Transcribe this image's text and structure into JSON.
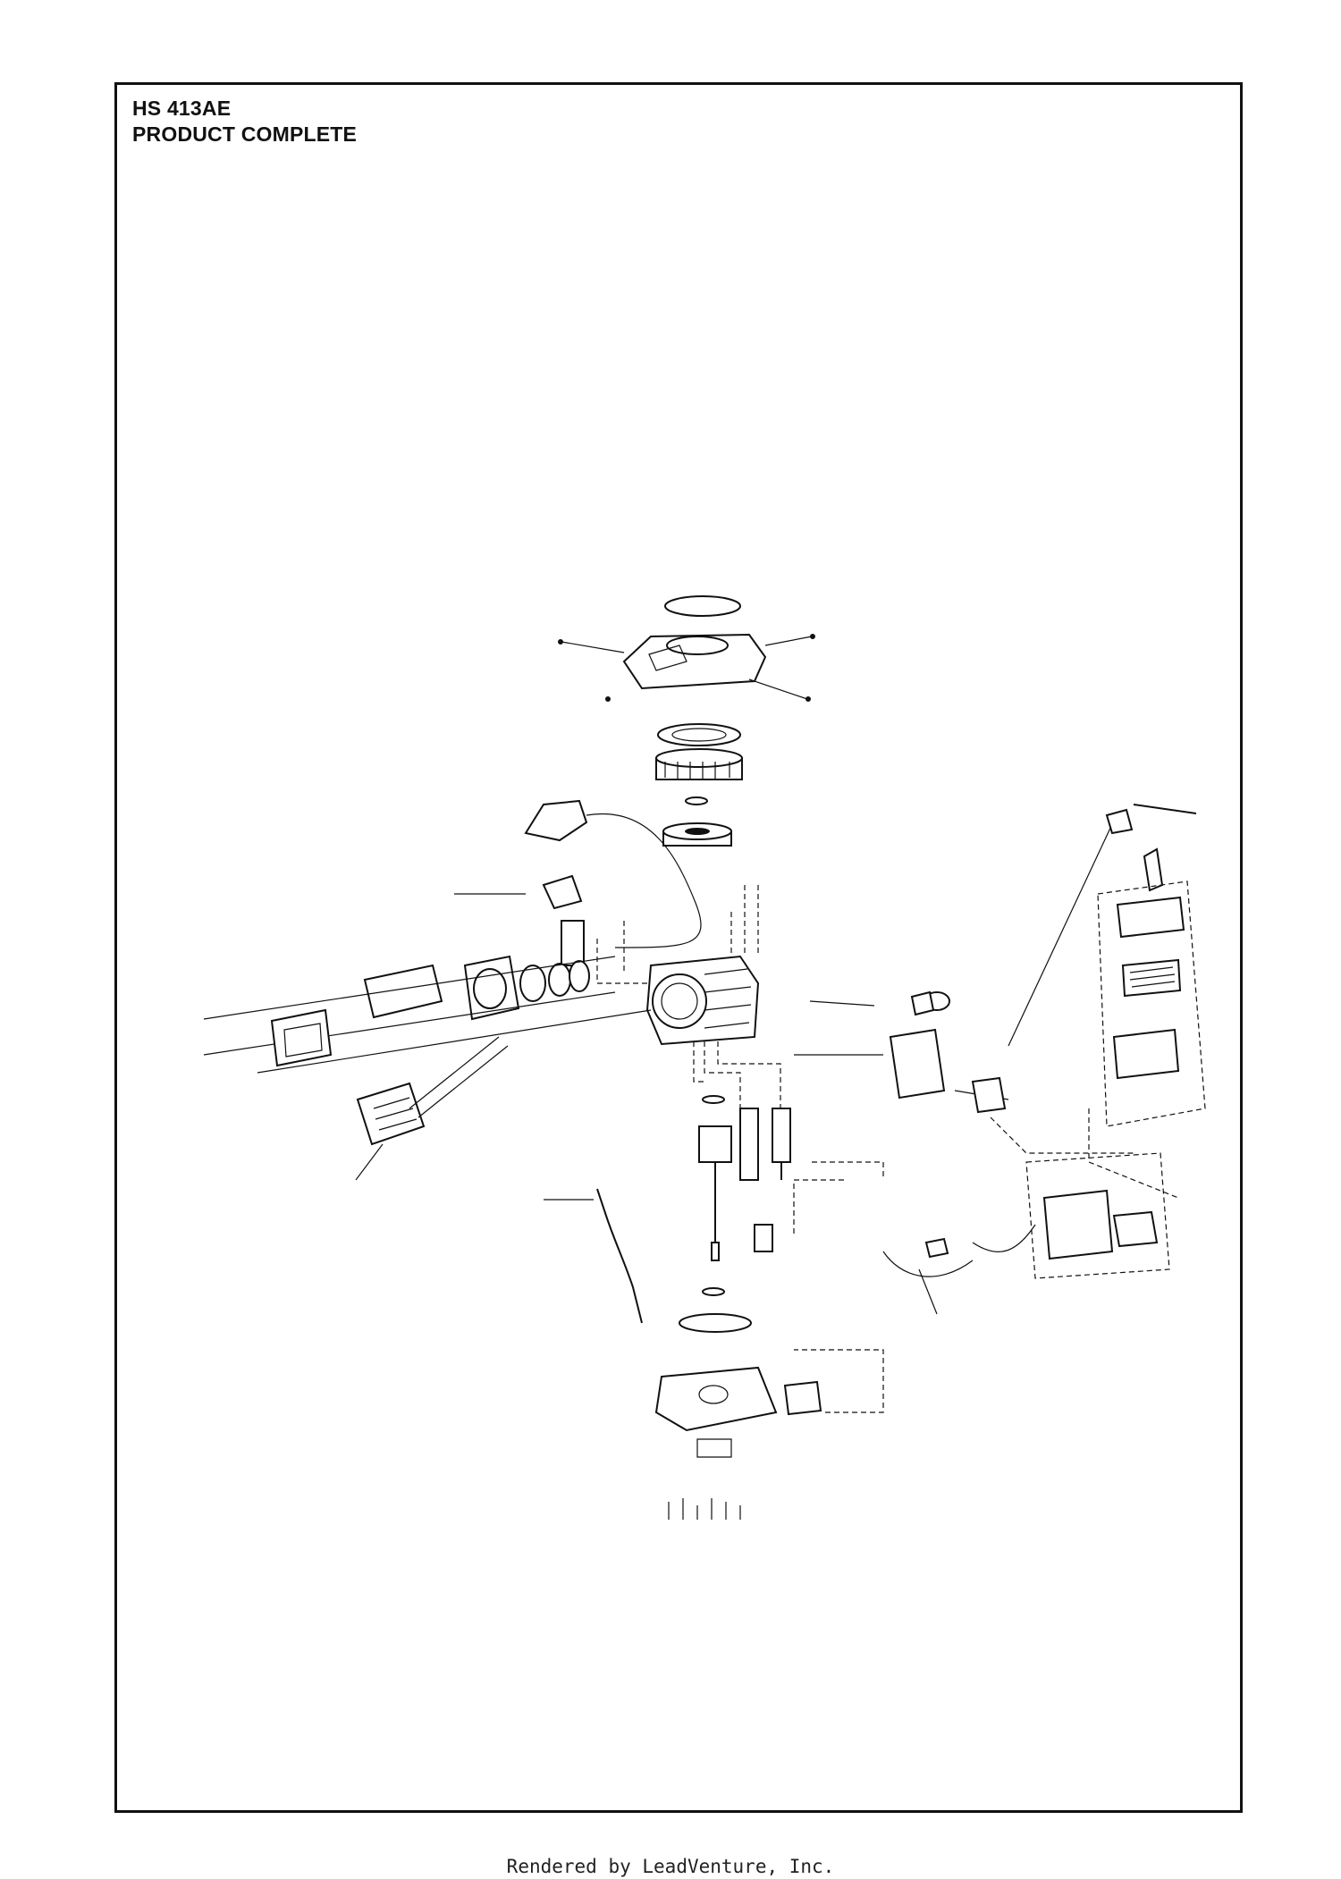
{
  "header": {
    "model": "HS 413AE",
    "section": "PRODUCT COMPLETE"
  },
  "footer": {
    "credit": "Rendered by LeadVenture, Inc."
  }
}
